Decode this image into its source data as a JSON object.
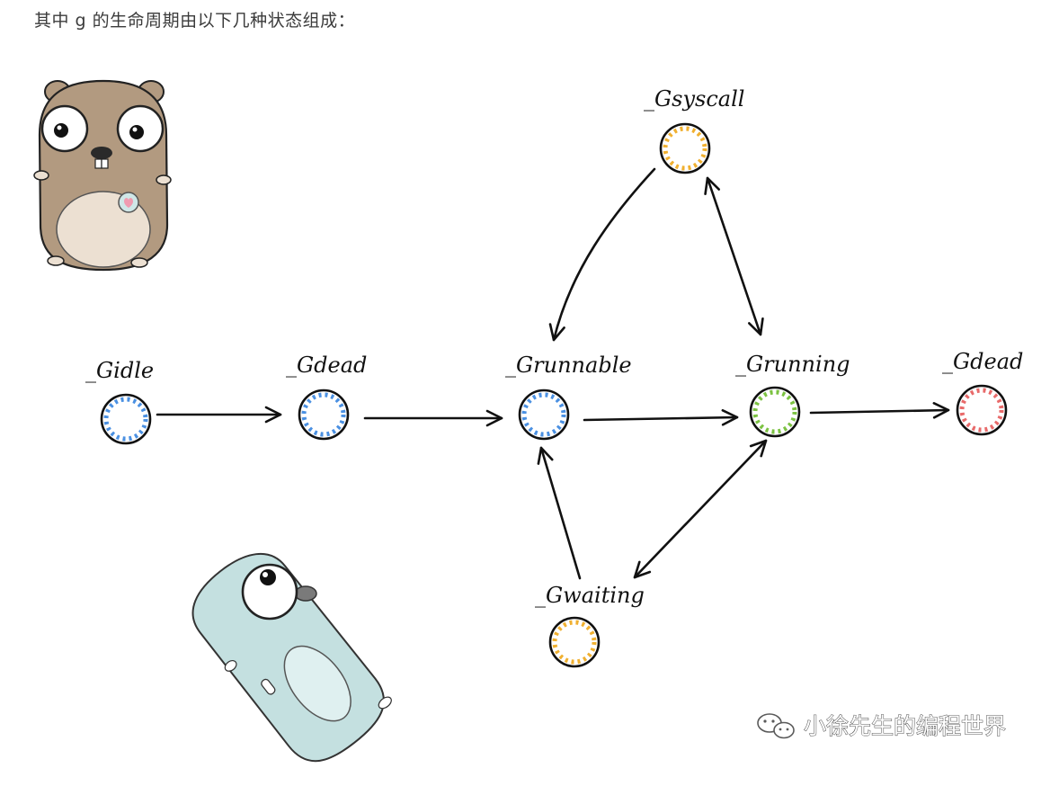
{
  "intro_text": "其中 g 的生命周期由以下几种状态组成：",
  "watermark": {
    "text": "小徐先生的编程世界"
  },
  "nodes": [
    {
      "id": "idle",
      "label": "_Gidle",
      "color": "#4a90e2"
    },
    {
      "id": "dead1",
      "label": "_Gdead",
      "color": "#4a90e2"
    },
    {
      "id": "runnable",
      "label": "_Grunnable",
      "color": "#4a90e2"
    },
    {
      "id": "running",
      "label": "_Grunning",
      "color": "#7cc242"
    },
    {
      "id": "dead2",
      "label": "_Gdead",
      "color": "#e86a6a"
    },
    {
      "id": "syscall",
      "label": "_Gsyscall",
      "color": "#f0b030"
    },
    {
      "id": "waiting",
      "label": "_Gwaiting",
      "color": "#f0b030"
    }
  ],
  "edges": [
    {
      "from": "idle",
      "to": "dead1"
    },
    {
      "from": "dead1",
      "to": "runnable"
    },
    {
      "from": "runnable",
      "to": "running"
    },
    {
      "from": "running",
      "to": "dead2"
    },
    {
      "from": "syscall",
      "to": "runnable"
    },
    {
      "from": "syscall",
      "to": "running",
      "bidirectional": true
    },
    {
      "from": "waiting",
      "to": "runnable"
    },
    {
      "from": "running",
      "to": "waiting",
      "bidirectional": true
    }
  ],
  "mascots": [
    {
      "name": "brown-gopher",
      "body_color": "#b29a80"
    },
    {
      "name": "blue-gopher",
      "body_color": "#c4e0e0"
    }
  ]
}
